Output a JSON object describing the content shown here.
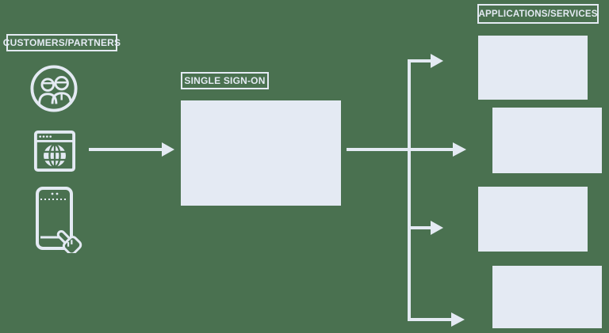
{
  "diagram": {
    "colors": {
      "background": "#4A7150",
      "accent": "#E4EAF3"
    },
    "customers": {
      "label": "CUSTOMERS/PARTNERS",
      "icons": [
        {
          "name": "people-icon"
        },
        {
          "name": "browser-globe-icon"
        },
        {
          "name": "mobile-touch-icon"
        }
      ]
    },
    "sso": {
      "label": "SINGLE SIGN-ON"
    },
    "applications": {
      "label": "APPLICATIONS/SERVICES",
      "boxes": [
        {
          "name": "app-box-1"
        },
        {
          "name": "app-box-2"
        },
        {
          "name": "app-box-3"
        },
        {
          "name": "app-box-4"
        }
      ]
    },
    "connections": [
      {
        "from": "customers",
        "to": "single-sign-on"
      },
      {
        "from": "single-sign-on",
        "to": "app-box-1"
      },
      {
        "from": "single-sign-on",
        "to": "app-box-2"
      },
      {
        "from": "single-sign-on",
        "to": "app-box-3"
      },
      {
        "from": "single-sign-on",
        "to": "app-box-4"
      }
    ]
  }
}
